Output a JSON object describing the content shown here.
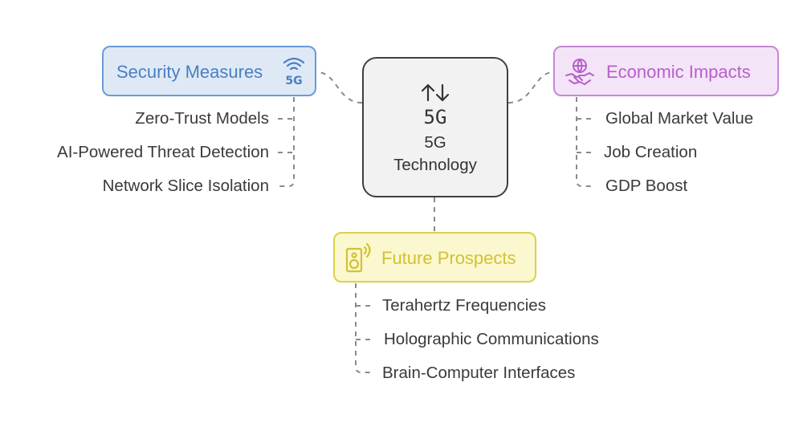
{
  "center": {
    "title_lines": [
      "5G",
      "Technology"
    ],
    "icon": "arrows-5g-icon",
    "icon_text": "5G"
  },
  "security": {
    "title": "Security Measures",
    "icon": "5g-signal-icon",
    "icon_text": "5G",
    "color": "#4a7fc1",
    "items": [
      "Zero-Trust Models",
      "AI-Powered Threat Detection",
      "Network Slice Isolation"
    ]
  },
  "economic": {
    "title": "Economic Impacts",
    "icon": "handshake-globe-icon",
    "color": "#b75fcc",
    "items": [
      "Global Market Value",
      "Job Creation",
      "GDP Boost"
    ]
  },
  "future": {
    "title": "Future Prospects",
    "icon": "speaker-waves-icon",
    "color": "#d1c233",
    "items": [
      "Terahertz Frequencies",
      "Holographic Communications",
      "Brain-Computer Interfaces"
    ]
  }
}
